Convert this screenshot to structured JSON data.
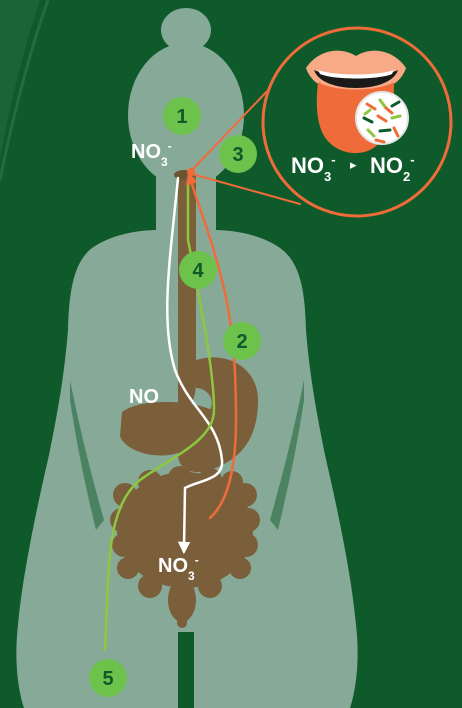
{
  "colors": {
    "background": "#0e5a2b",
    "body": "#87aa98",
    "organ": "#7a5f3a",
    "badge": "#6cc24a",
    "white_path": "#ffffff",
    "green_path": "#8dc63f",
    "orange_path": "#ef6c3a",
    "tongue": "#ef6c3a"
  },
  "labels": {
    "mouth_nitrate": {
      "main": "NO",
      "sub": "3",
      "sup": "-"
    },
    "stomach_no": "NO",
    "gut_nitrate": {
      "main": "NO",
      "sub": "3",
      "sup": "-"
    },
    "conversion": {
      "left_main": "NO",
      "left_sub": "3",
      "left_sup": "-",
      "arrow": "▸",
      "right_main": "NO",
      "right_sub": "2",
      "right_sup": "-"
    }
  },
  "steps": [
    {
      "number": "1"
    },
    {
      "number": "2"
    },
    {
      "number": "3"
    },
    {
      "number": "4"
    },
    {
      "number": "5"
    }
  ],
  "icons": {
    "mouth": "mouth-icon",
    "tongue": "tongue-icon",
    "bacteria": "oral-bacteria-icon"
  }
}
